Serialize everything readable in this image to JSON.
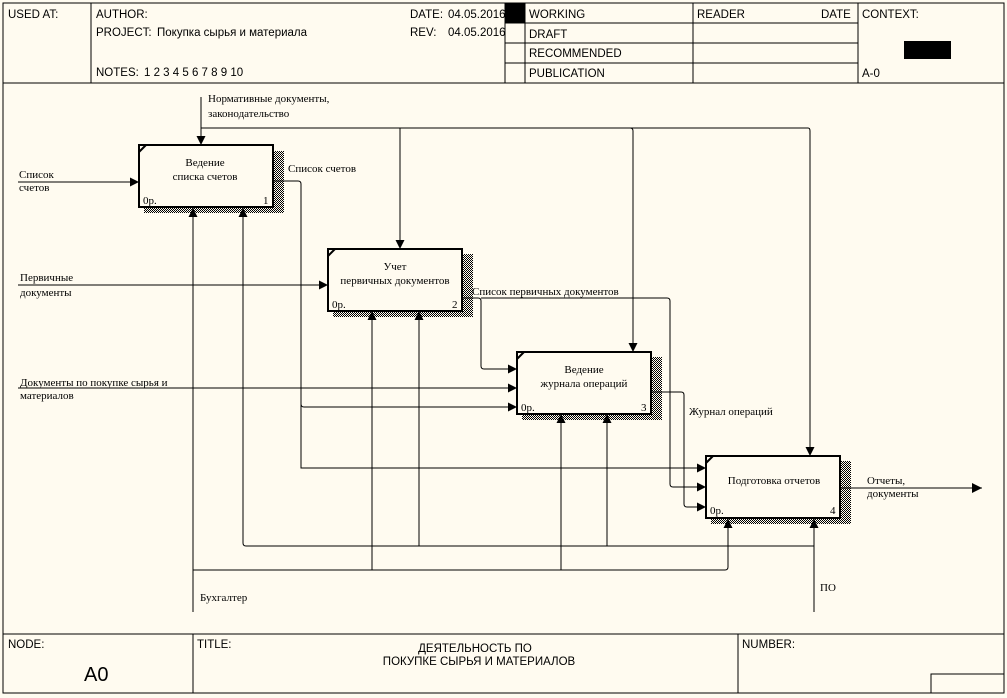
{
  "header": {
    "used_at_label": "USED AT:",
    "author_label": "AUTHOR:",
    "project_label": "PROJECT:",
    "project_value": "Покупка сырья и материала",
    "notes_label": "NOTES:",
    "notes_numbers": "1 2 3 4 5 6 7 8 9 10",
    "date_label": "DATE:",
    "date_value": "04.05.2016",
    "rev_label": "REV:",
    "rev_value": "04.05.2016",
    "status": [
      "WORKING",
      "DRAFT",
      "RECOMMENDED",
      "PUBLICATION"
    ],
    "reader_label": "READER",
    "date_col_label": "DATE",
    "context_label": "CONTEXT:",
    "context_node": "A-0"
  },
  "boxes": [
    {
      "line1": "Ведение",
      "line2": "списка счетов",
      "cost": "0р.",
      "num": "1"
    },
    {
      "line1": "Учет",
      "line2": "первичных документов",
      "cost": "0р.",
      "num": "2"
    },
    {
      "line1": "Ведение",
      "line2": "журнала операций",
      "cost": "0р.",
      "num": "3"
    },
    {
      "line1": "Подготовка отчетов",
      "line2": "",
      "cost": "0р.",
      "num": "4"
    }
  ],
  "arrow_labels": {
    "norm_1": "Нормативные документы,",
    "norm_2": "законодательство",
    "spisok_1": "Список",
    "spisok_2": "счетов",
    "spisok_schetov_out": "Список счетов",
    "perv_1": "Первичные",
    "perv_2": "документы",
    "docs_1": "Документы по покупке сырья и",
    "docs_2": "материалов",
    "spisok_perv": "Список первичных документов",
    "zhurnal": "Журнал операций",
    "otchety_1": "Отчеты,",
    "otchety_2": "документы",
    "buhgalter": "Бухгалтер",
    "po": "ПО"
  },
  "footer": {
    "node_label": "NODE:",
    "node_value": "A0",
    "title_label": "TITLE:",
    "title_line1": "ДЕЯТЕЛЬНОСТЬ ПО",
    "title_line2": "ПОКУПКЕ СЫРЬЯ И МАТЕРИАЛОВ",
    "number_label": "NUMBER:"
  }
}
